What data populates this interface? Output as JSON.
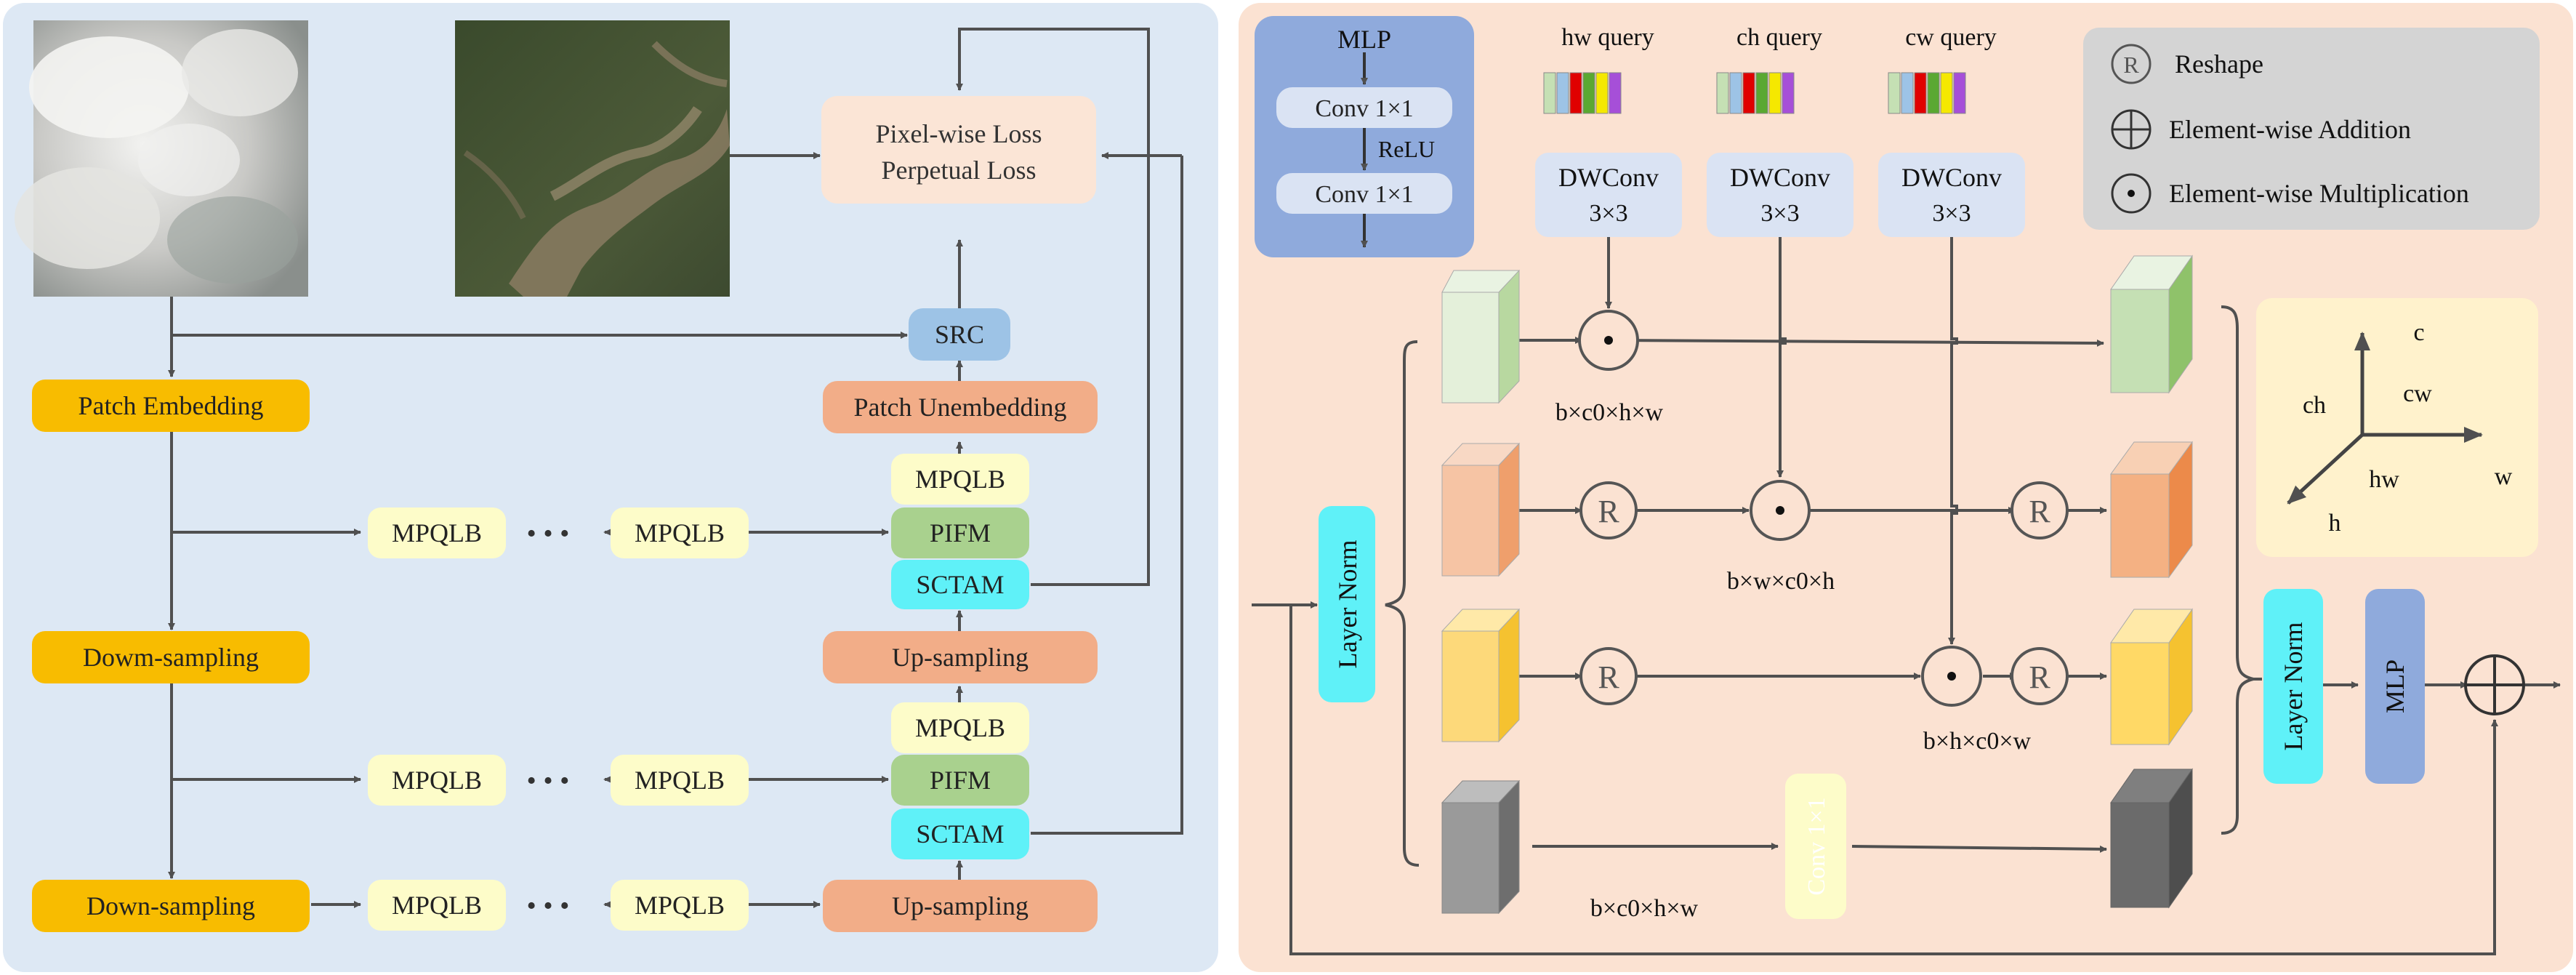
{
  "left_panel": {
    "loss_box": {
      "line1": "Pixel-wise Loss",
      "line2": "Perpetual Loss"
    },
    "src": "SRC",
    "patch_unembedding": "Patch Unembedding",
    "patch_embedding": "Patch Embedding",
    "down_sampling_1": "Dowm-sampling",
    "down_sampling_2": "Down-sampling",
    "up_sampling_1": "Up-sampling",
    "up_sampling_2": "Up-sampling",
    "mpqlb": "MPQLB",
    "pifm": "PIFM",
    "sctam": "SCTAM",
    "ellipsis": "• • •"
  },
  "right_panel": {
    "mlp_box": {
      "title": "MLP",
      "conv1": "Conv 1×1",
      "relu": "ReLU",
      "conv2": "Conv 1×1"
    },
    "queries": [
      "hw query",
      "ch query",
      "cw query"
    ],
    "dwconv": {
      "line1": "DWConv",
      "line2": "3×3"
    },
    "legend": {
      "reshape_symbol": "R",
      "reshape": "Reshape",
      "addition": "Element-wise Addition",
      "multiplication": "Element-wise Multiplication"
    },
    "axes": {
      "c": "c",
      "ch": "ch",
      "cw": "cw",
      "hw": "hw",
      "w": "w",
      "h": "h"
    },
    "layer_norm": "Layer Norm",
    "layer_norm_2": "Layer Norm",
    "mlp": "MLP",
    "conv_label": "Conv 1×1",
    "reshape_symbol": "R",
    "dims": [
      "b×c0×h×w",
      "b×w×c0×h",
      "b×h×c0×w",
      "b×c0×h×w"
    ]
  },
  "colors": {
    "left_bg": "#dde8f4",
    "right_bg": "#fbe2d2",
    "orange": "#f8bc00",
    "salmon": "#f2ad88",
    "yellow": "#fdfcc9",
    "green": "#a9d18e",
    "cyan": "#5ff1f8",
    "blue": "#9dc3e6",
    "loss": "#fbe5d6",
    "mlp_blue": "#8faadc",
    "dw_blue": "#dae3f3",
    "legend_gray": "#d4d4d4",
    "axes_yellow": "#fff2cc"
  }
}
